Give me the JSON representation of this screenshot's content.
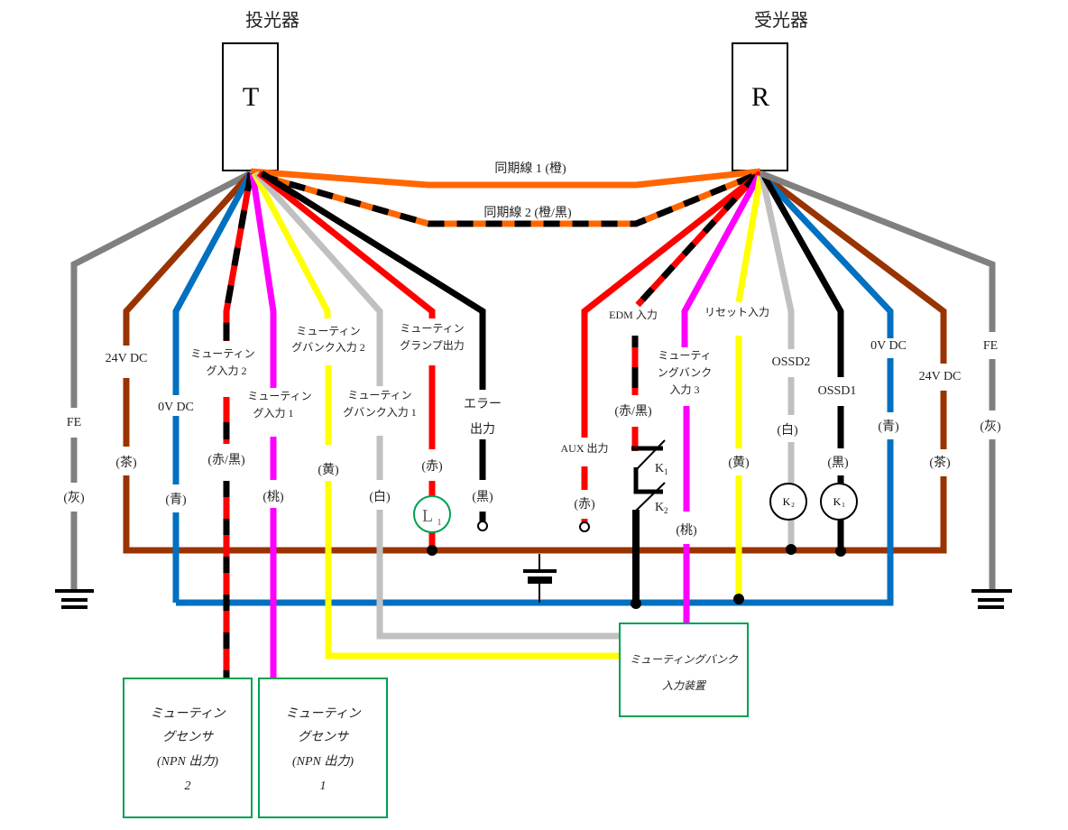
{
  "title": "光電センサ 配線図",
  "transmitter": {
    "heading": "投光器",
    "letter": "T"
  },
  "receiver": {
    "heading": "受光器",
    "letter": "R"
  },
  "sync_lines": [
    {
      "label": "同期線 1 (橙)",
      "color": "#ff6600",
      "stripe": null
    },
    {
      "label": "同期線 2 (橙/黒)",
      "color": "#ff6600",
      "stripe": "#000000"
    }
  ],
  "colors": {
    "gray": "#808080",
    "brown": "#993300",
    "blue": "#0070c0",
    "red": "#ff0000",
    "black": "#000000",
    "magenta": "#ff00ff",
    "yellow": "#ffff00",
    "white_wire": "#c0c0c0",
    "orange": "#ff6600",
    "green_box": "#00a050"
  },
  "transmitter_wires": [
    {
      "id": "fe",
      "name": "FE",
      "color_label": "(灰)"
    },
    {
      "id": "24v",
      "name": "24V DC",
      "color_label": "(茶)"
    },
    {
      "id": "0v",
      "name": "0V DC",
      "color_label": "(青)"
    },
    {
      "id": "mute2",
      "name_line1": "ミューティン",
      "name_line2": "グ入力 2",
      "color_label": "(赤/黒)"
    },
    {
      "id": "mute1",
      "name_line1": "ミューティン",
      "name_line2": "グ入力 1",
      "color_label": "(桃)"
    },
    {
      "id": "bank2",
      "name_line1": "ミューティン",
      "name_line2": "グバンク入力 2",
      "color_label": "(黄)"
    },
    {
      "id": "bank1",
      "name_line1": "ミューティン",
      "name_line2": "グバンク入力 1",
      "color_label": "(白)"
    },
    {
      "id": "lamp",
      "name_line1": "ミューティン",
      "name_line2": "グランプ出力",
      "color_label": "(赤)"
    },
    {
      "id": "error",
      "name_line1": "エラー",
      "name_line2": "出力",
      "color_label": "(黒)"
    }
  ],
  "receiver_wires": [
    {
      "id": "aux",
      "name": "AUX 出力",
      "color_label": "(赤)"
    },
    {
      "id": "edm",
      "name": "EDM 入力",
      "color_label": "(赤/黒)"
    },
    {
      "id": "bank3",
      "name_line1": "ミューティ",
      "name_line2": "ングバンク",
      "name_line3": "入力 3",
      "color_label": "(桃)"
    },
    {
      "id": "reset",
      "name": "リセット入力",
      "color_label": "(黄)"
    },
    {
      "id": "ossd2",
      "name": "OSSD2",
      "color_label": "(白)"
    },
    {
      "id": "ossd1",
      "name": "OSSD1",
      "color_label": "(黒)"
    },
    {
      "id": "0v",
      "name": "0V DC",
      "color_label": "(青)"
    },
    {
      "id": "24v",
      "name": "24V DC",
      "color_label": "(茶)"
    },
    {
      "id": "fe",
      "name": "FE",
      "color_label": "(灰)"
    }
  ],
  "components": {
    "lamp": {
      "letter": "L",
      "sub": "1"
    },
    "relay_k1": {
      "letter": "K",
      "sub": "1"
    },
    "relay_k2": {
      "letter": "K",
      "sub": "2"
    },
    "contact_k1": {
      "letter": "K",
      "sub": "1"
    },
    "contact_k2": {
      "letter": "K",
      "sub": "2"
    }
  },
  "devices": {
    "sensor2": {
      "line1": "ミューティン",
      "line2": "グセンサ",
      "line3": "(NPN 出力)",
      "line4": "2"
    },
    "sensor1": {
      "line1": "ミューティン",
      "line2": "グセンサ",
      "line3": "(NPN 出力)",
      "line4": "1"
    },
    "bank_device": {
      "line1": "ミューティングバンク",
      "line2": "入力装置"
    }
  }
}
